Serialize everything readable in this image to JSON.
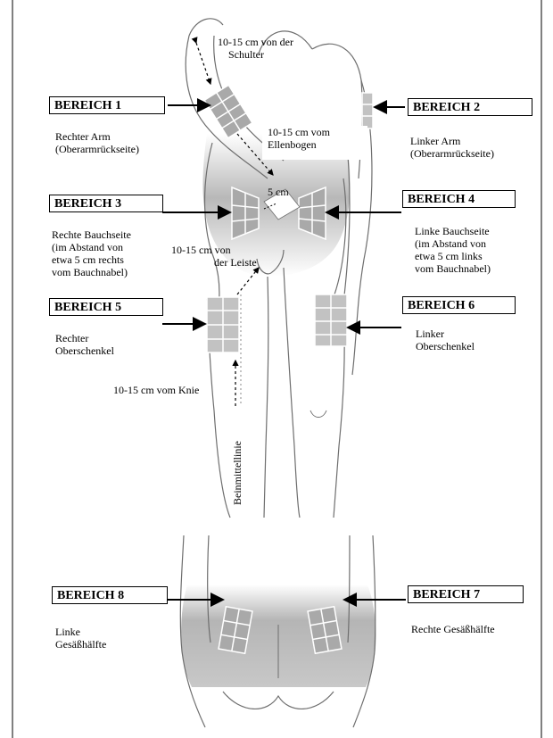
{
  "regions": [
    {
      "id": "1",
      "label": "BEREICH 1",
      "description": [
        "Rechter Arm",
        "(Oberarmrückseite)"
      ]
    },
    {
      "id": "2",
      "label": "BEREICH 2",
      "description": [
        "Linker Arm",
        "(Oberarmrückseite)"
      ]
    },
    {
      "id": "3",
      "label": "BEREICH 3",
      "description": [
        "Rechte Bauchseite",
        "(im Abstand von",
        "etwa 5 cm rechts",
        "vom Bauchnabel)"
      ]
    },
    {
      "id": "4",
      "label": "BEREICH 4",
      "description": [
        "Linke Bauchseite",
        "(im Abstand von",
        "etwa 5 cm links",
        "vom Bauchnabel)"
      ]
    },
    {
      "id": "5",
      "label": "BEREICH 5",
      "description": [
        "Rechter",
        "Oberschenkel"
      ]
    },
    {
      "id": "6",
      "label": "BEREICH 6",
      "description": [
        "Linker",
        "Oberschenkel"
      ]
    },
    {
      "id": "8",
      "label": "BEREICH 8",
      "description": [
        "Linke",
        "Gesäßhälfte"
      ]
    },
    {
      "id": "7",
      "label": "BEREICH 7",
      "description": [
        "Rechte Gesäßhälfte"
      ]
    }
  ],
  "annotations": {
    "shoulder": [
      "10-15 cm von der",
      "Schulter"
    ],
    "elbow": [
      "10-15 cm vom",
      "Ellenbogen"
    ],
    "navel": "5 cm",
    "groin": [
      "10-15 cm von",
      "der Leiste"
    ],
    "knee": "10-15 cm vom Knie",
    "leg_midline": "Beinmittellinie"
  },
  "colors": {
    "outline": "#6e6e6e",
    "shade": "#a9a9a9",
    "grid": "#ffffff",
    "arrow": "#000000"
  }
}
